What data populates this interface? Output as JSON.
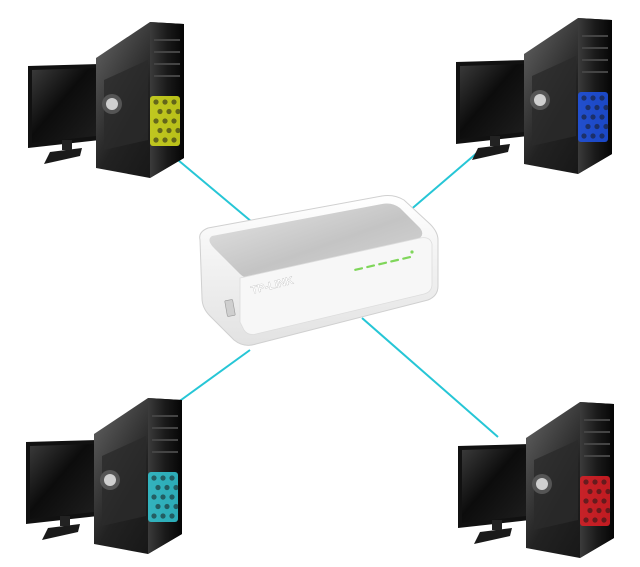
{
  "switch_device": {
    "brand_label": "TP-LINK",
    "body_color": "#f4f4f4",
    "top_color": "#cfcfcf",
    "led_color": "#7fd65a",
    "led_count": 5
  },
  "cable_color": "#26c6d6",
  "computers": [
    {
      "id": "top-left",
      "fan_color": "#d8e01c"
    },
    {
      "id": "top-right",
      "fan_color": "#1f53e8"
    },
    {
      "id": "bottom-left",
      "fan_color": "#33c9d6"
    },
    {
      "id": "bottom-right",
      "fan_color": "#e01e26"
    }
  ]
}
